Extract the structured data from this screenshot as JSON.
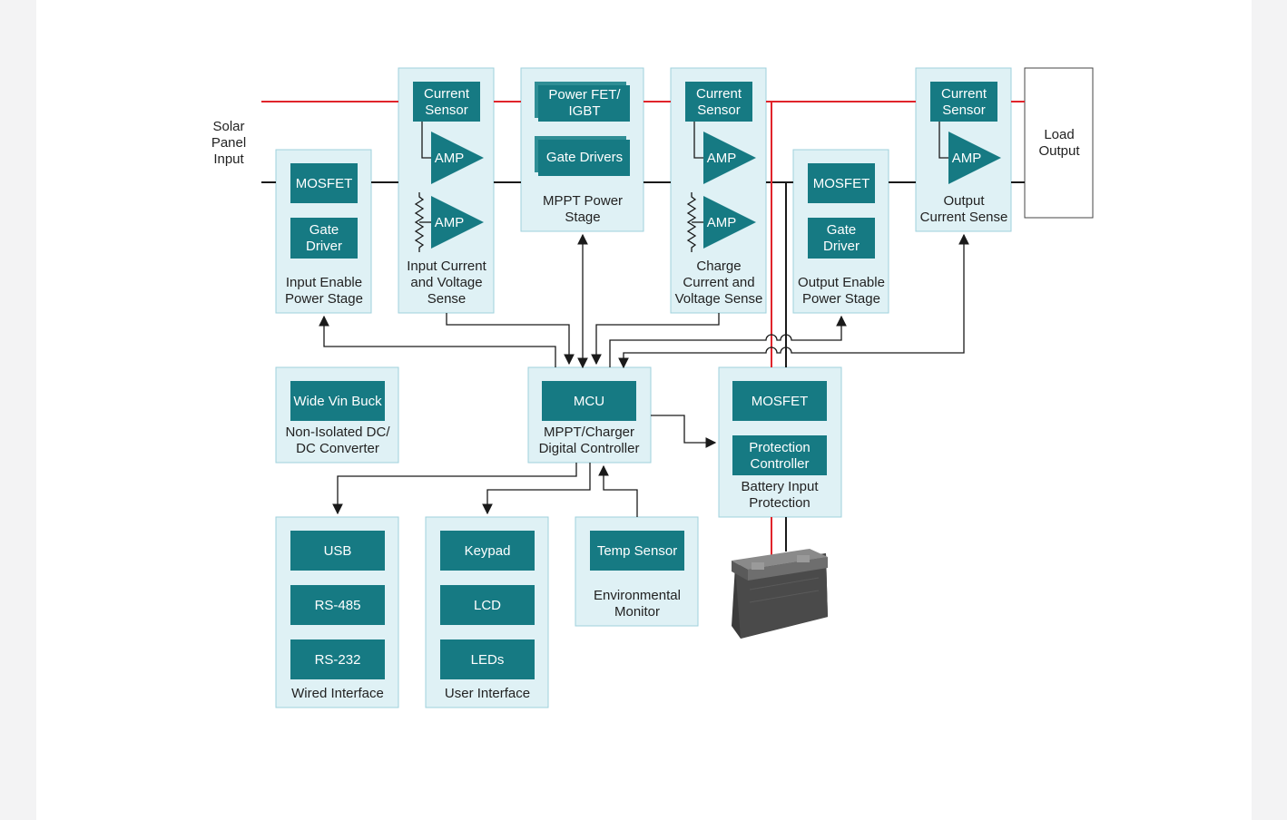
{
  "colors": {
    "panel": "#dff1f5",
    "chip": "#167a83",
    "power_line": "#e0242b",
    "ground_line": "#1a1a1a"
  },
  "labels": {
    "solar": [
      "Solar",
      "Panel",
      "Input"
    ],
    "load": [
      "Load",
      "Output"
    ]
  },
  "blocks": {
    "input_enable": {
      "chips": [
        "MOSFET",
        [
          "Gate",
          "Driver"
        ]
      ],
      "caption": [
        "Input Enable",
        "Power Stage"
      ]
    },
    "input_sense": {
      "chips": [
        [
          "Current",
          "Sensor"
        ]
      ],
      "amps": [
        "AMP",
        "AMP"
      ],
      "caption": [
        "Input Current",
        "and Voltage",
        "Sense"
      ]
    },
    "mppt_power": {
      "chips": [
        [
          "Power FET/",
          "IGBT"
        ],
        "Gate Drivers"
      ],
      "caption": [
        "MPPT Power",
        "Stage"
      ]
    },
    "charge_sense": {
      "chips": [
        [
          "Current",
          "Sensor"
        ]
      ],
      "amps": [
        "AMP",
        "AMP"
      ],
      "caption": [
        "Charge",
        "Current and",
        "Voltage Sense"
      ]
    },
    "output_enable": {
      "chips": [
        "MOSFET",
        [
          "Gate",
          "Driver"
        ]
      ],
      "caption": [
        "Output Enable",
        "Power Stage"
      ]
    },
    "output_sense": {
      "chips": [
        [
          "Current",
          "Sensor"
        ]
      ],
      "amps": [
        "AMP"
      ],
      "caption": [
        "Output",
        "Current Sense"
      ]
    },
    "buck": {
      "chips": [
        "Wide Vin Buck"
      ],
      "caption": [
        "Non-Isolated DC/",
        "DC Converter"
      ]
    },
    "mcu": {
      "chips": [
        "MCU"
      ],
      "caption": [
        "MPPT/Charger",
        "Digital Controller"
      ]
    },
    "battery_protection": {
      "chips": [
        "MOSFET",
        [
          "Protection",
          "Controller"
        ]
      ],
      "caption": [
        "Battery Input",
        "Protection"
      ]
    },
    "wired": {
      "chips": [
        "USB",
        "RS-485",
        "RS-232"
      ],
      "caption": [
        "Wired Interface"
      ]
    },
    "ui": {
      "chips": [
        "Keypad",
        "LCD",
        "LEDs"
      ],
      "caption": [
        "User Interface"
      ]
    },
    "env": {
      "chips": [
        "Temp Sensor"
      ],
      "caption": [
        "Environmental",
        "Monitor"
      ]
    }
  },
  "battery_icon": "car-battery-icon"
}
